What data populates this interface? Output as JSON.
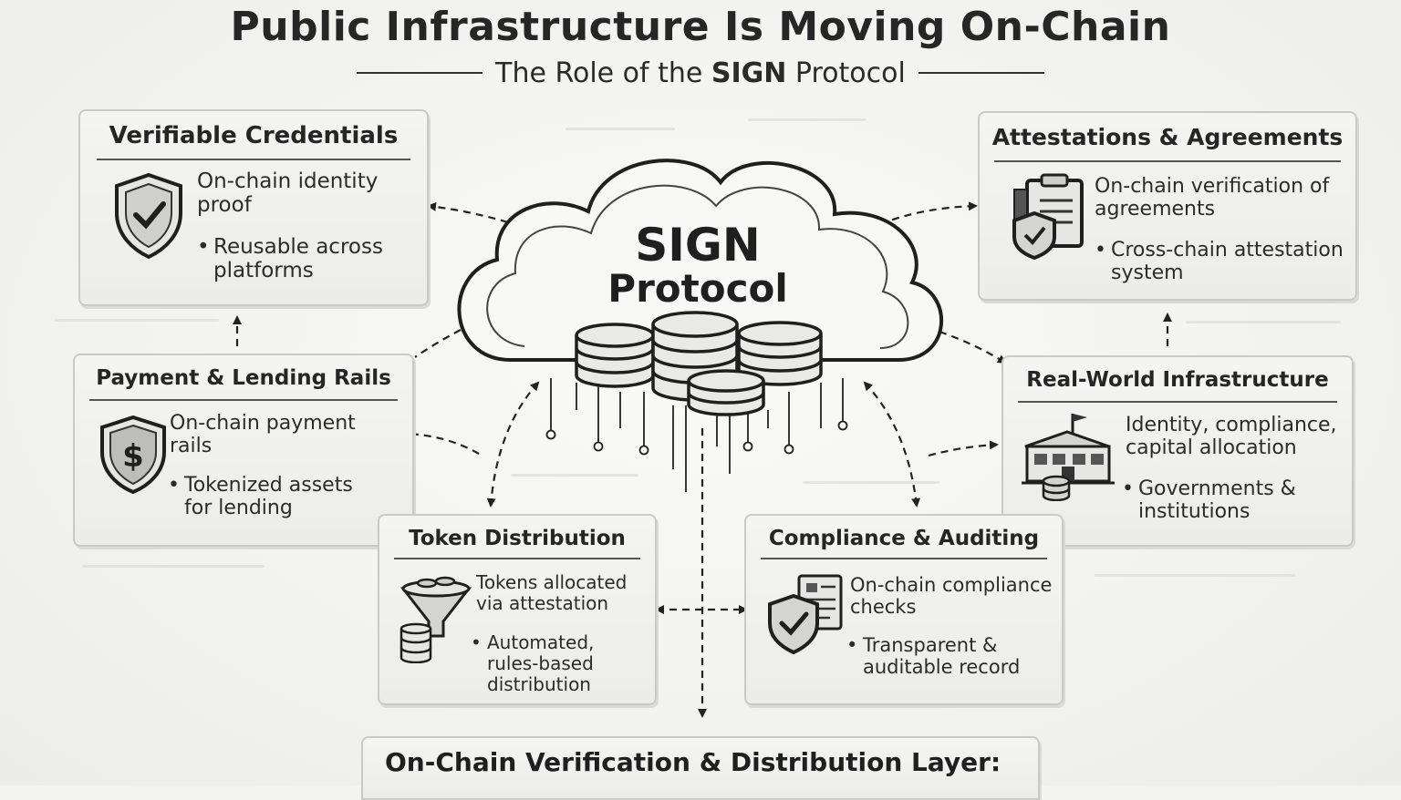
{
  "header": {
    "title": "Public Infrastructure Is Moving On-Chain",
    "subtitle_prefix": "The Role of the ",
    "subtitle_bold": "SIGN",
    "subtitle_suffix": " Protocol"
  },
  "center": {
    "line1": "SIGN",
    "line2": "Protocol",
    "icon": "database-cloud-icon"
  },
  "cards": {
    "verifiable_credentials": {
      "title": "Verifiable Credentials",
      "text": "On-chain identity proof",
      "bullet": "Reusable across platforms",
      "icon": "shield-check-icon"
    },
    "attestations": {
      "title": "Attestations & Agreements",
      "text": "On-chain verification of agreements",
      "bullet": "Cross-chain attestation system",
      "icon": "clipboard-shield-icon"
    },
    "payment": {
      "title": "Payment & Lending Rails",
      "text": "On-chain payment rails",
      "bullet": "Tokenized assets for lending",
      "icon": "shield-dollar-icon"
    },
    "real_world": {
      "title": "Real-World Infrastructure",
      "text": "Identity, compliance, capital allocation",
      "bullet": "Governments & institutions",
      "icon": "government-building-icon"
    },
    "token_distribution": {
      "title": "Token Distribution",
      "text": "Tokens allocated via attestation",
      "bullet": "Automated, rules-based distribution",
      "icon": "funnel-coins-icon"
    },
    "compliance": {
      "title": "Compliance & Auditing",
      "text": "On-chain compliance checks",
      "bullet": "Transparent & auditable record",
      "icon": "document-shield-icon"
    }
  },
  "bottom": {
    "label": "On-Chain Verification & Distribution Layer:"
  }
}
